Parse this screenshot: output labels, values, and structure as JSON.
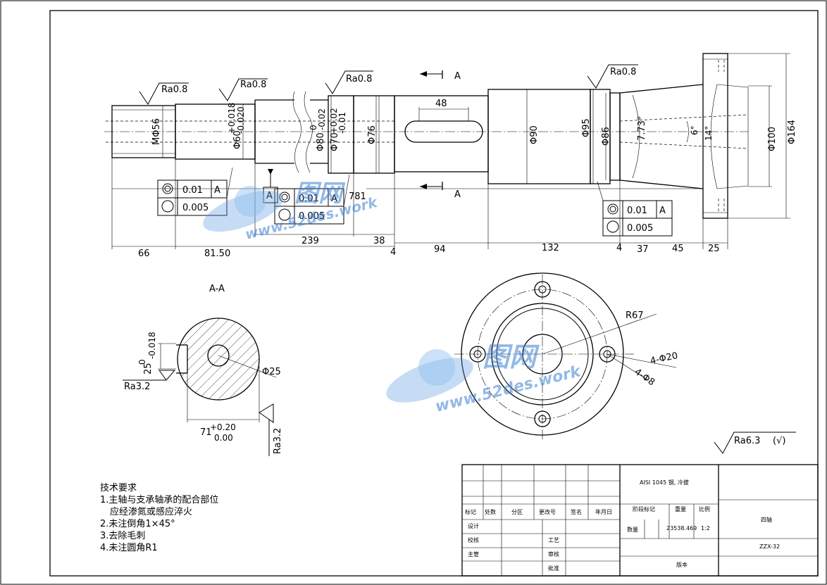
{
  "section_label": "A-A",
  "cut_label": "A",
  "roughness": {
    "r1": "Ra0.8",
    "r2": "Ra0.8",
    "r3": "Ra0.8",
    "r4": "Ra0.8",
    "sec1": "Ra3.2",
    "sec2": "Ra3.2",
    "general": "Ra6.3",
    "general_suffix": "(√)"
  },
  "diameters": {
    "m56": "MΦ56",
    "d60": "Φ60",
    "d60_tol_up": "+0.018",
    "d60_tol_low": "-0.020",
    "d80": "Φ80",
    "d80_tol_up": "-0.02",
    "d80_tol_low": "0",
    "d70": "Φ70",
    "d70_tol_up": "+0.02",
    "d70_tol_low": "-0.01",
    "d76": "Φ76",
    "d90": "Φ90",
    "d95": "Φ95",
    "d86": "Φ86",
    "d100": "Φ100",
    "d164": "Φ164",
    "angle_taper": "7.73°",
    "angle_6": "6°",
    "angle_14": "14°"
  },
  "lengths": {
    "l48": "48",
    "l66": "66",
    "l81": "81.50",
    "l239": "239",
    "l781": "781",
    "l38": "38",
    "l4a": "4",
    "l94": "94",
    "l132": "132",
    "l4b": "4",
    "l37": "37",
    "l45": "45",
    "l25": "25"
  },
  "tolerance_frames": {
    "f1_value": "0.01",
    "f1_ref": "A",
    "f1b_value": "0.005",
    "f2_ref_box": "A",
    "f2_value": "0.01",
    "f2_ref": "A",
    "f2b_value": "0.005",
    "f3_value": "0.01",
    "f3_ref": "A",
    "f3b_value": "0.005"
  },
  "section": {
    "key_width": "25",
    "key_tol_up": "0",
    "key_tol_low": "-0.018",
    "depth": "71",
    "depth_tol_up": "+0.20",
    "depth_tol_low": "0.00",
    "hole": "Φ25"
  },
  "flange": {
    "radius": "R67",
    "holes_a": "4-Φ20",
    "holes_b": "4-Φ8"
  },
  "watermark": {
    "logo": "图网",
    "url": "www.52des.work"
  },
  "notes": {
    "title": "技术要求",
    "items": [
      "1.主轴与支承轴承的配合部位",
      "  应经渗氮或感应淬火",
      "2.未注倒角1×45°",
      "3.去除毛刺",
      "4.未注圆角R1"
    ]
  },
  "title_block": {
    "material": "AISI 1045 钢, 冷拔",
    "part_name": "四轴",
    "drawing_no": "ZZX-32",
    "h_mark": "标记",
    "h_count": "处数",
    "h_zone": "分区",
    "h_change": "更改号",
    "h_sign": "签名",
    "h_date": "年月日",
    "h_stage": "阶段标记",
    "h_weight": "重量",
    "h_scale": "比例",
    "design": "设计",
    "check": "校核",
    "process": "工艺",
    "supervisor": "主管",
    "review": "审核",
    "approve": "批准",
    "quantity": "数量",
    "weight": "23538.469",
    "scale": "1:2",
    "version": "版本"
  }
}
